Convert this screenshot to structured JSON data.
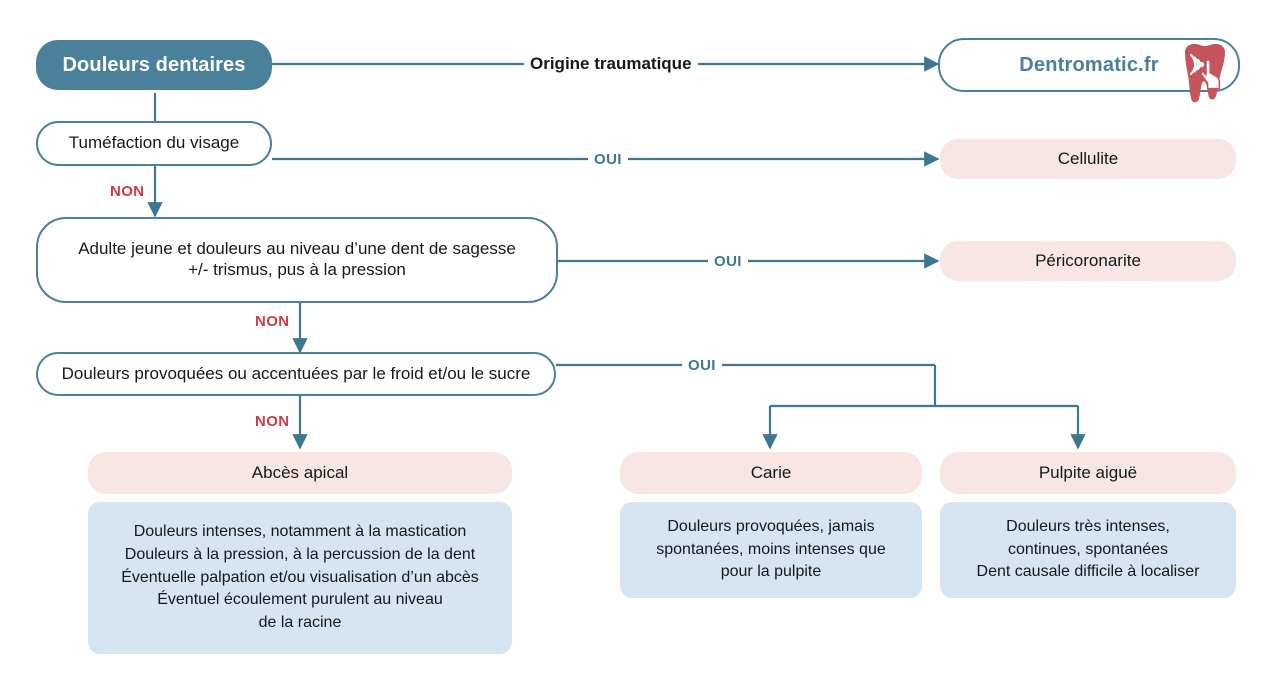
{
  "meta": {
    "title": "Douleurs dentaires — arbre décisionnel",
    "colors": {
      "brand_blue": "#4a8099",
      "line_blue": "#3d7791",
      "result_pink": "#f7e6e3",
      "detail_blue": "#d5e5f1",
      "no_red": "#cf3a45",
      "tooth_red": "#c4555c",
      "text_dark": "#14191c"
    }
  },
  "root": {
    "label": "Douleurs dentaires"
  },
  "brand": {
    "label": "Dentromatic.fr",
    "logo_icon": "tooth-cursor-icon"
  },
  "edges": {
    "traumatic": "Origine traumatique",
    "yes1": "OUI",
    "yes2": "OUI",
    "yes3": "OUI",
    "no1": "NON",
    "no2": "NON",
    "no3": "NON"
  },
  "decisions": [
    {
      "id": "tumefaction",
      "label": "Tuméfaction du visage"
    },
    {
      "id": "dent-sagesse",
      "label": "Adulte jeune et douleurs au niveau d’une dent de sagesse\n+/- trismus, pus à la pression"
    },
    {
      "id": "froid-sucre",
      "label": "Douleurs provoquées ou accentuées par le froid et/ou le sucre"
    }
  ],
  "results": [
    {
      "id": "cellulite",
      "label": "Cellulite",
      "detail": null
    },
    {
      "id": "pericoronarite",
      "label": "Péricoronarite",
      "detail": null
    },
    {
      "id": "abces-apical",
      "label": "Abcès apical",
      "detail": "Douleurs intenses, notamment à la mastication\nDouleurs à la pression, à la percussion de la dent\nÉventuelle palpation et/ou visualisation d’un abcès\nÉventuel écoulement purulent au niveau\nde la racine"
    },
    {
      "id": "carie",
      "label": "Carie",
      "detail": "Douleurs provoquées, jamais\nspontanées, moins intenses que\npour la pulpite"
    },
    {
      "id": "pulpite-aigue",
      "label": "Pulpite aiguë",
      "detail": "Douleurs très intenses,\ncontinues, spontanées\nDent causale difficile à localiser"
    }
  ]
}
